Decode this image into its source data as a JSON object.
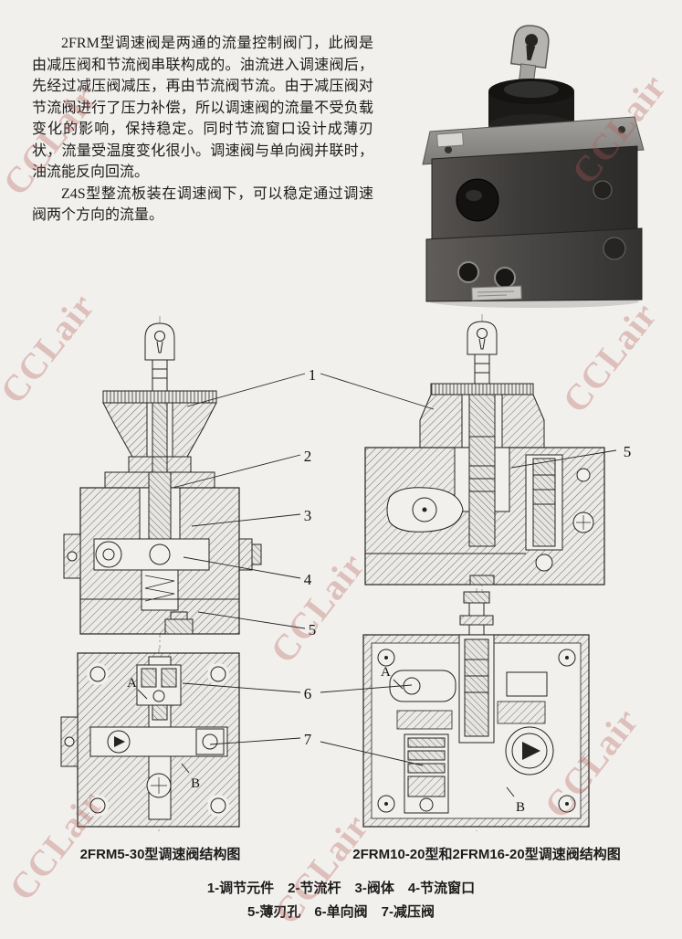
{
  "page": {
    "background": "#f2f0ec",
    "watermark": "CCLair",
    "watermark_color": "#b25656",
    "ink_color": "#1c1c1c"
  },
  "intro": {
    "paragraph1": "2FRM型调速阀是两通的流量控制阀门，此阀是由减压阀和节流阀串联构成的。油流进入调速阀后，先经过减压阀减压，再由节流阀节流。由于减压阀对节流阀进行了压力补偿，所以调速阀的流量不受负载变化的影响，保持稳定。同时节流窗口设计成薄刃状，流量受温度变化很小。调速阀与单向阀并联时，油流能反向回流。",
    "paragraph2": "Z4S型整流板装在调速阀下，可以稳定通过调速阀两个方向的流量。"
  },
  "figures": {
    "left": {
      "caption": "2FRM5-30型调速阀结构图",
      "port_labels": {
        "a": "A",
        "b": "B"
      }
    },
    "right": {
      "caption": "2FRM10-20型和2FRM16-20型调速阀结构图",
      "port_labels": {
        "a": "A",
        "b": "B"
      }
    },
    "callouts": {
      "c1": "1",
      "c2": "2",
      "c3": "3",
      "c4": "4",
      "c5": "5",
      "c6": "6",
      "c7": "7"
    }
  },
  "legend": {
    "line1": "1-调节元件　2-节流杆　3-阀体　4-节流窗口",
    "line2": "5-薄刃孔　6-单向阀　7-减压阀"
  }
}
